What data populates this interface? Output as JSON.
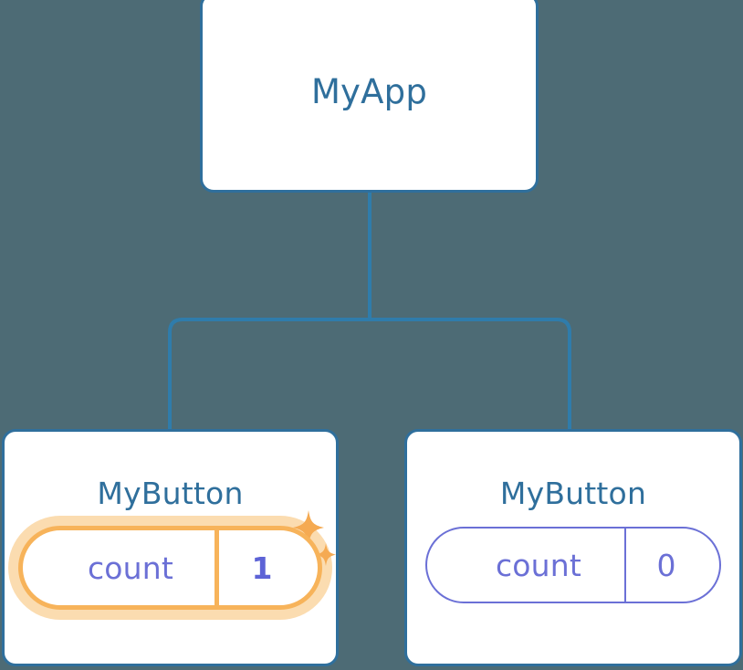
{
  "diagram": {
    "type": "component-tree",
    "background_color": "#4d6b75",
    "connector_color": "#2f7cab",
    "node_border_color": "#2f6f9c",
    "title_color": "#2f6f9c",
    "state_color": "#6b70d6",
    "highlight_color": "#f7b35a",
    "highlight_glow_color": "#fbdcb0"
  },
  "root": {
    "title": "MyApp"
  },
  "children": [
    {
      "title": "MyButton",
      "state": {
        "key": "count",
        "value": "1"
      },
      "highlighted": true,
      "sparkle_large": "sparkle-icon",
      "sparkle_small": "sparkle-icon"
    },
    {
      "title": "MyButton",
      "state": {
        "key": "count",
        "value": "0"
      },
      "highlighted": false
    }
  ]
}
